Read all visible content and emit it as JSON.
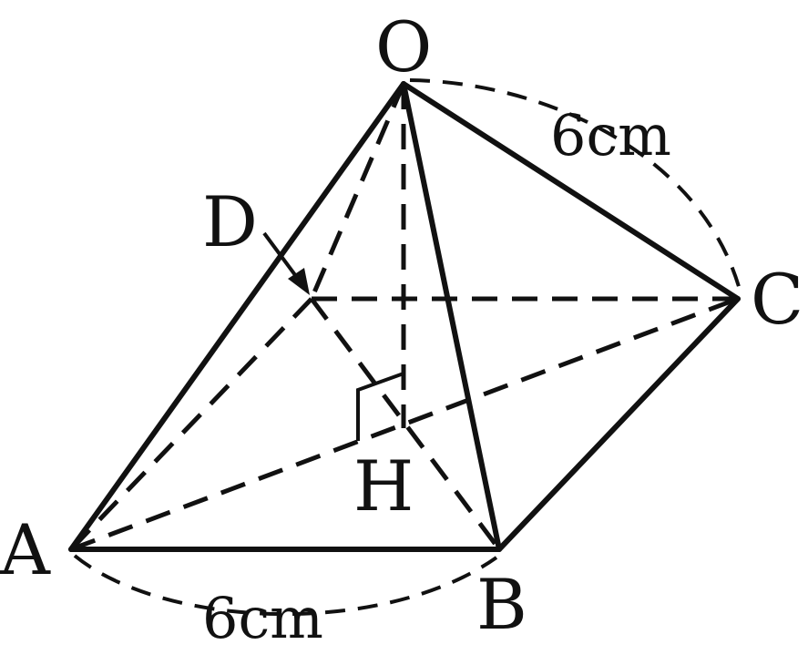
{
  "figure": {
    "points": {
      "O": "O",
      "A": "A",
      "B": "B",
      "C": "C",
      "D": "D",
      "H": "H"
    },
    "measurements": {
      "edge_oc": "6cm",
      "edge_ab": "6cm"
    }
  }
}
